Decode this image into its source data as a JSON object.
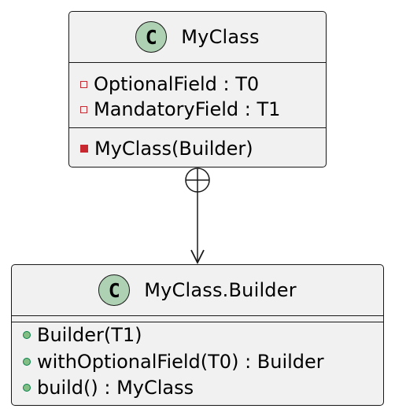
{
  "diagram": {
    "classes": [
      {
        "id": "myclass",
        "stereotype_letter": "C",
        "name": "MyClass",
        "fields": [
          {
            "visibility": "private",
            "text": "OptionalField : T0"
          },
          {
            "visibility": "private",
            "text": "MandatoryField : T1"
          }
        ],
        "methods": [
          {
            "visibility": "private",
            "text": "MyClass(Builder)"
          }
        ]
      },
      {
        "id": "builder",
        "stereotype_letter": "C",
        "name": "MyClass.Builder",
        "fields": [],
        "methods": [
          {
            "visibility": "public",
            "text": "Builder(T1)"
          },
          {
            "visibility": "public",
            "text": "withOptionalField(T0) : Builder"
          },
          {
            "visibility": "public",
            "text": "build() : MyClass"
          }
        ]
      }
    ],
    "relations": [
      {
        "from": "myclass",
        "to": "builder",
        "type": "nested-class",
        "source_marker": "circle-plus",
        "target_marker": "open-arrow"
      }
    ],
    "colors": {
      "class_fill": "#f1f1f1",
      "border": "#181818",
      "circle_fill": "#add1b2",
      "private_red": "#c82930",
      "public_green": "#84be84"
    }
  }
}
